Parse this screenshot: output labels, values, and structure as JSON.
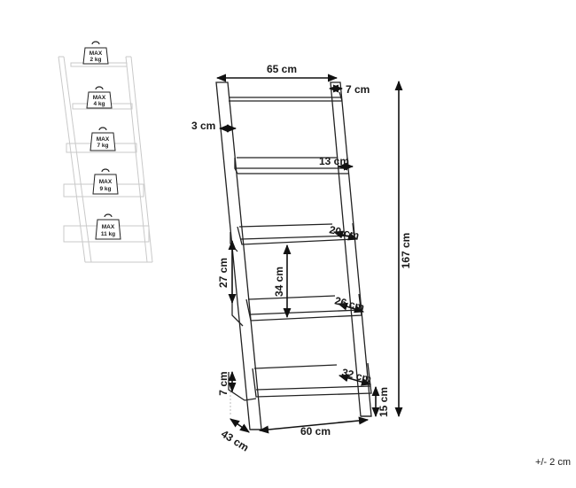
{
  "weight_labels": [
    {
      "max": "MAX",
      "load": "2 kg"
    },
    {
      "max": "MAX",
      "load": "4 kg"
    },
    {
      "max": "MAX",
      "load": "7 kg"
    },
    {
      "max": "MAX",
      "load": "9 kg"
    },
    {
      "max": "MAX",
      "load": "11 kg"
    }
  ],
  "dimensions": {
    "total_width": "65 cm",
    "top_depth": "7 cm",
    "frame_thickness": "3 cm",
    "shelf2_depth": "13 cm",
    "shelf3_depth": "20 cm",
    "shelf4_depth": "26 cm",
    "shelf5_depth": "32 cm",
    "side_gap": "27 cm",
    "shelf_spacing": "34 cm",
    "height": "167 cm",
    "bottom_rim": "7 cm",
    "bottom_clearance": "15 cm",
    "base_depth": "43 cm",
    "base_width": "60 cm"
  },
  "tolerance": "+/- 2 cm"
}
